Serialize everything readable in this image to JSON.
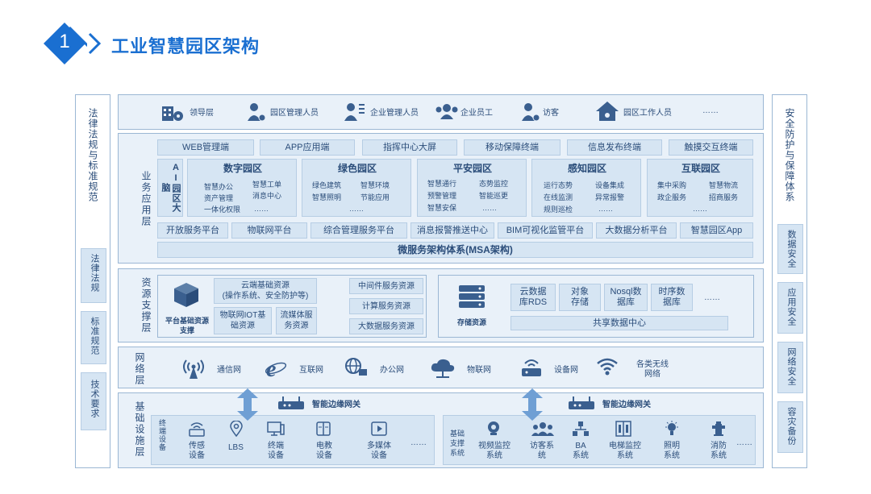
{
  "header": {
    "number": "1",
    "title": "工业智慧园区架构"
  },
  "left_side": {
    "main": "法律法规与标准规范",
    "items": [
      "法律法规",
      "标准规范",
      "技术要求"
    ]
  },
  "right_side": {
    "main": "安全防护与保障体系",
    "items": [
      "数据安全",
      "应用安全",
      "网络安全",
      "容灾备份"
    ]
  },
  "users": [
    "领导层",
    "园区管理人员",
    "企业管理人员",
    "企业员工",
    "访客",
    "园区工作人员",
    "……"
  ],
  "app_layer": {
    "title": "业务应用层",
    "terminals": [
      "WEB管理端",
      "APP应用端",
      "指挥中心大屏",
      "移动保障终端",
      "信息发布终端",
      "触摸交互终端"
    ],
    "ai_brain": "AI园区大脑",
    "parks": [
      {
        "name": "数字园区",
        "items": [
          "智慧办公",
          "智慧工单",
          "资产管理",
          "消息中心",
          "一体化权限",
          "……"
        ]
      },
      {
        "name": "绿色园区",
        "items": [
          "绿色建筑",
          "智慧环境",
          "智慧照明",
          "节能应用",
          "……"
        ]
      },
      {
        "name": "平安园区",
        "items": [
          "智慧通行",
          "态势监控",
          "预警管理",
          "智能巡更",
          "智慧安保",
          "……"
        ]
      },
      {
        "name": "感知园区",
        "items": [
          "运行态势",
          "设备集成",
          "在线监测",
          "异常报警",
          "规则巡检",
          "……"
        ]
      },
      {
        "name": "互联园区",
        "items": [
          "集中采购",
          "智慧物流",
          "政企服务",
          "招商服务",
          "……"
        ]
      }
    ],
    "platforms": [
      "开放服务平台",
      "物联网平台",
      "综合管理服务平台",
      "消息报警推送中心",
      "BIM可视化监管平台",
      "大数据分析平台",
      "智慧园区App"
    ],
    "msa": "微服务架构体系(MSA架构)"
  },
  "resource_layer": {
    "title": "资源支撑层",
    "platform_label": "平台基础资源支撑",
    "cloud": "云端基础资源\n(操作系统、安全防护等)",
    "iot": "物联网IOT基础资源",
    "stream": "流媒体服务资源",
    "middleware": "中间件服务资源",
    "compute": "计算服务资源",
    "bigdata": "大数据服务资源",
    "storage_label": "存储资源",
    "storage_items": [
      "云数据库RDS",
      "对象存储",
      "Nosql数据库",
      "时序数据库",
      "……"
    ],
    "shared": "共享数据中心"
  },
  "network_layer": {
    "title": "网络层",
    "items": [
      "通信网",
      "互联网",
      "办公网",
      "物联网",
      "设备网",
      "各类无线网络"
    ]
  },
  "base_layer": {
    "title": "基础设施层",
    "gateway": "智能边缘网关",
    "terminal_label": "终端设备",
    "terminals": [
      "传感设备",
      "LBS",
      "终端设备",
      "电教设备",
      "多媒体设备",
      "……"
    ],
    "system_label": "基础支撑系统",
    "systems": [
      "视频监控系统",
      "访客系统",
      "BA系统",
      "电梯监控系统",
      "照明系统",
      "消防系统",
      "……"
    ]
  },
  "colors": {
    "accent": "#1a6fd1",
    "panel": "#e9f1f9",
    "box": "#d6e5f3",
    "text": "#2b4d7a",
    "arrow": "#6f9fd4"
  }
}
